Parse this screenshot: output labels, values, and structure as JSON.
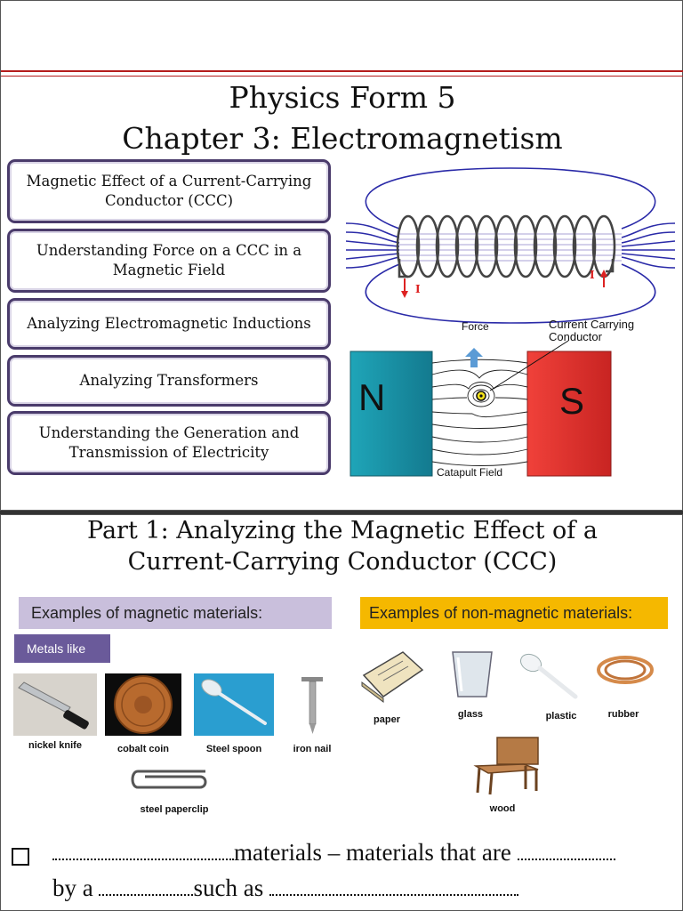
{
  "slide1": {
    "title_line1": "Physics Form 5",
    "title_line2": "Chapter 3: Electromagnetism",
    "topics": [
      {
        "label": "Magnetic Effect of a Current-Carrying Conductor (CCC)"
      },
      {
        "label": "Understanding Force on a CCC in a Magnetic Field"
      },
      {
        "label": "Analyzing Electromagnetic Inductions"
      },
      {
        "label": "Analyzing Transformers"
      },
      {
        "label": "Understanding the Generation and Transmission of Electricity"
      }
    ],
    "solenoid": {
      "current_left": "I",
      "current_right": "I"
    },
    "magnet": {
      "force_label": "Force",
      "conductor_label_1": "Current Carrying",
      "conductor_label_2": "Conductor",
      "north": "N",
      "south": "S",
      "field_label": "Catapult Field",
      "north_color": "#1a8fa6",
      "south_color": "#e0302c"
    }
  },
  "slide2": {
    "title_line1": "Part 1: Analyzing the Magnetic Effect of a",
    "title_line2": "Current-Carrying Conductor (CCC)",
    "magnetic_header": "Examples of magnetic materials:",
    "nonmagnetic_header": "Examples of non-magnetic materials:",
    "metals_tag": "Metals like",
    "magnetic_items": [
      "nickel knife",
      "cobalt coin",
      "Steel spoon",
      "iron nail",
      "steel paperclip"
    ],
    "nonmagnetic_items": [
      "paper",
      "glass",
      "plastic",
      "rubber",
      "wood"
    ],
    "sentence_part1": "materials – materials that are",
    "sentence_by": "by a",
    "sentence_such": "such as",
    "colors": {
      "magnetic_header_bg": "#c9bfdc",
      "nonmagnetic_header_bg": "#f5b800",
      "metals_tag_bg": "#6a5a9a"
    }
  }
}
